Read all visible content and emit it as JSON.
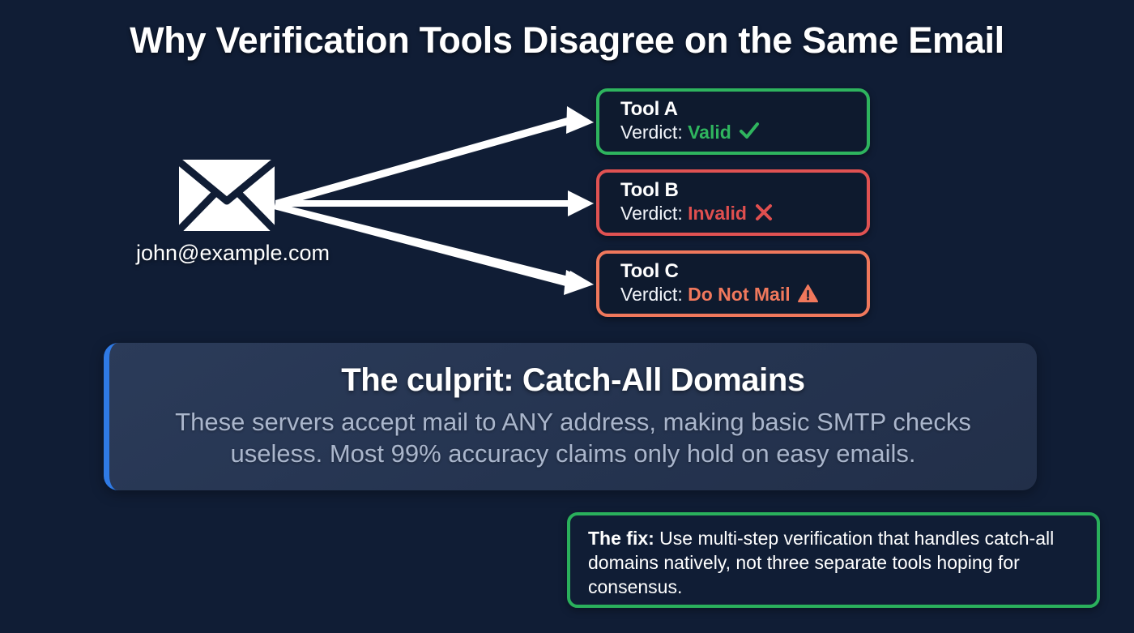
{
  "title": "Why Verification Tools Disagree on the Same Email",
  "source": {
    "icon": "envelope-icon",
    "email": "john@example.com"
  },
  "tools": [
    {
      "name": "Tool A",
      "verdict_label": "Verdict:",
      "verdict_value": "Valid",
      "verdict_icon": "check-icon",
      "color": "#2eb45e"
    },
    {
      "name": "Tool B",
      "verdict_label": "Verdict:",
      "verdict_value": "Invalid",
      "verdict_icon": "cross-icon",
      "color": "#e05252"
    },
    {
      "name": "Tool C",
      "verdict_label": "Verdict:",
      "verdict_value": "Do Not Mail",
      "verdict_icon": "warning-triangle-icon",
      "color": "#f0785c"
    }
  ],
  "culprit": {
    "heading": "The culprit: Catch-All Domains",
    "body": "These servers accept mail to ANY address, making basic SMTP checks useless. Most 99% accuracy claims only hold on easy emails.",
    "accent_color": "#2f7ae5"
  },
  "fix": {
    "label": "The fix:",
    "text": " Use multi-step verification that handles catch-all domains natively, not three separate tools hoping for consensus.",
    "border_color": "#2ab05c"
  },
  "colors": {
    "background": "#101d35",
    "card_fill": "#0e1a2e",
    "panel_fill": "#253450",
    "arrow": "#ffffff",
    "text_primary": "#ffffff",
    "text_muted": "#aab6cc"
  }
}
